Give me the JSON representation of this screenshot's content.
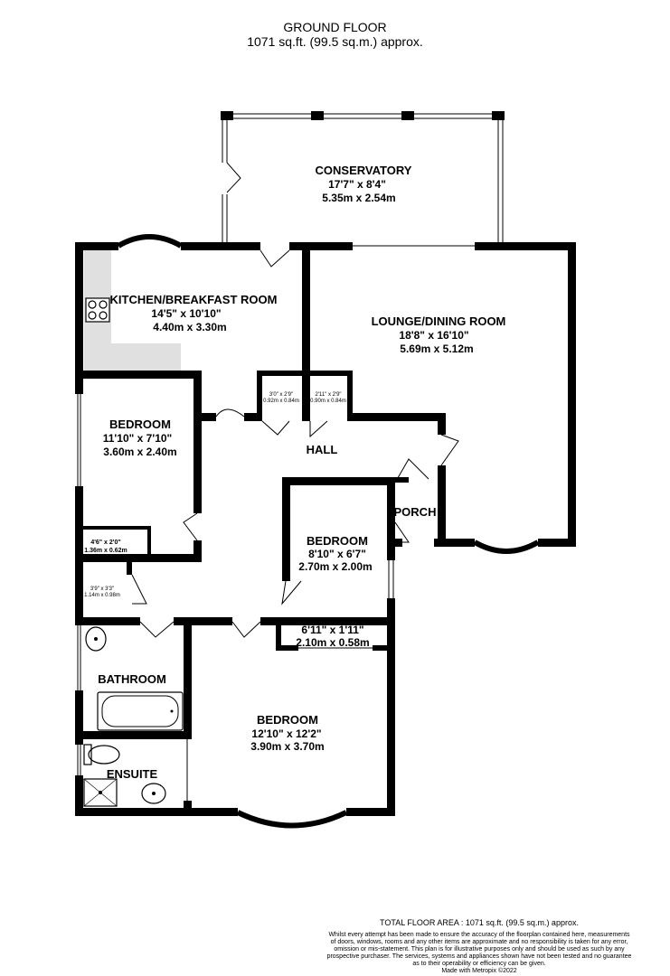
{
  "header": {
    "floor_title": "GROUND FLOOR",
    "floor_area": "1071 sq.ft. (99.5 sq.m.) approx."
  },
  "rooms": {
    "conservatory": {
      "name": "CONSERVATORY",
      "imperial": "17'7\"  x 8'4\"",
      "metric": "5.35m  x 2.54m"
    },
    "kitchen": {
      "name": "KITCHEN/BREAKFAST ROOM",
      "imperial": "14'5\"  x 10'10\"",
      "metric": "4.40m  x 3.30m"
    },
    "lounge": {
      "name": "LOUNGE/DINING ROOM",
      "imperial": "18'8\"  x 16'10\"",
      "metric": "5.69m  x 5.12m"
    },
    "bedroom_left": {
      "name": "BEDROOM",
      "imperial": "11'10\"  x 7'10\"",
      "metric": "3.60m  x 2.40m"
    },
    "cupboard_1": {
      "imperial": "3'0\"  x 2'9\"",
      "metric": "0.92m  x 0.84m"
    },
    "cupboard_2": {
      "imperial": "2'11\"  x 2'9\"",
      "metric": "0.90m  x 0.84m"
    },
    "hall": {
      "name": "HALL"
    },
    "porch": {
      "name": "PORCH"
    },
    "wardrobe": {
      "imperial": "4'6\"  x 2'0\"",
      "metric": "1.36m  x 0.62m"
    },
    "store": {
      "imperial": "3'9\"  x 3'3\"",
      "metric": "1.14m  x 0.98m"
    },
    "bedroom_small": {
      "name": "BEDROOM",
      "imperial": "8'10\"  x 6'7\"",
      "metric": "2.70m  x 2.00m"
    },
    "closet": {
      "imperial": "6'11\"  x 1'11\"",
      "metric": "2.10m  x 0.58m"
    },
    "bathroom": {
      "name": "BATHROOM"
    },
    "bedroom_main": {
      "name": "BEDROOM",
      "imperial": "12'10\"  x 12'2\"",
      "metric": "3.90m  x 3.70m"
    },
    "ensuite": {
      "name": "ENSUITE"
    }
  },
  "footer": {
    "total": "TOTAL FLOOR AREA : 1071 sq.ft. (99.5 sq.m.) approx.",
    "disclaimer_1": "Whilst every attempt has been made to ensure the accuracy of the floorplan contained here, measurements",
    "disclaimer_2": "of doors, windows, rooms and any other items are approximate and no responsibility is taken for any error,",
    "disclaimer_3": "omission or mis-statement. This plan is for illustrative purposes only and should be used as such by any",
    "disclaimer_4": "prospective purchaser. The services, systems and appliances shown have not been tested and no guarantee",
    "disclaimer_5": "as to their operability or efficiency can be given.",
    "made_with": "Made with Metropix ©2022"
  }
}
